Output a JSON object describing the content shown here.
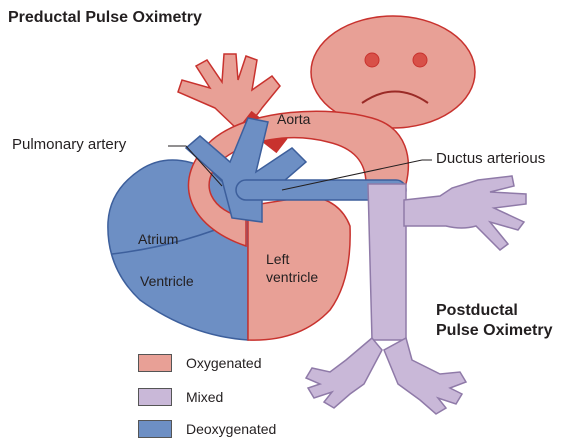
{
  "title_preductal": "Preductal Pulse Oximetry",
  "title_postductal_line1": "Postductal",
  "title_postductal_line2": "Pulse Oximetry",
  "labels": {
    "aorta": "Aorta",
    "pulmonary_artery": "Pulmonary artery",
    "ductus_arterious": "Ductus arterious",
    "atrium": "Atrium",
    "ventricle": "Ventricle",
    "left_ventricle_line1": "Left",
    "left_ventricle_line2": "ventricle"
  },
  "legend": [
    {
      "label": "Oxygenated",
      "color": "#e8a096"
    },
    {
      "label": "Mixed",
      "color": "#c9b8d8"
    },
    {
      "label": "Deoxygenated",
      "color": "#6d8fc4"
    }
  ],
  "colors": {
    "oxygenated": "#e8a096",
    "mixed": "#c9b8d8",
    "deoxygenated": "#6d8fc4",
    "oxygenated_stroke": "#c8322e",
    "mixed_stroke": "#8f7aa8",
    "deoxygenated_stroke": "#3d5f9c"
  }
}
